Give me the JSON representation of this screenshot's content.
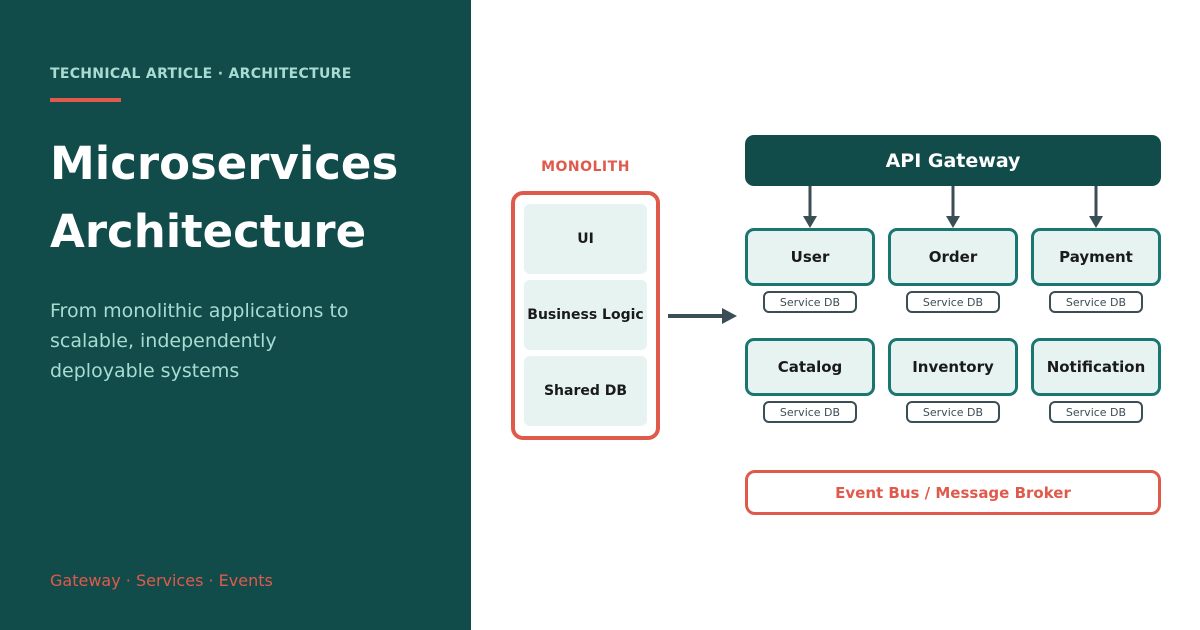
{
  "colors": {
    "left_panel_bg": "#114b4a",
    "accent": "#e05a4c",
    "panel_text_light": "#a8dcd3",
    "service_border": "#1a7670",
    "service_fill": "#e6f3f0",
    "db_border": "#3c4e55"
  },
  "left_panel": {
    "eyebrow": "TECHNICAL ARTICLE · ARCHITECTURE",
    "title_line1": "Microservices",
    "title_line2": "Architecture",
    "subtitle_lines": [
      "From monolithic applications to",
      "scalable, independently",
      "deployable systems"
    ],
    "footer_tags": "Gateway · Services · Events"
  },
  "monolith": {
    "label": "MONOLITH",
    "layers": [
      "UI",
      "Business Logic",
      "Shared DB"
    ]
  },
  "microservices": {
    "gateway_label": "API Gateway",
    "services": [
      {
        "name": "User",
        "db": "Service DB"
      },
      {
        "name": "Order",
        "db": "Service DB"
      },
      {
        "name": "Payment",
        "db": "Service DB"
      },
      {
        "name": "Catalog",
        "db": "Service DB"
      },
      {
        "name": "Inventory",
        "db": "Service DB"
      },
      {
        "name": "Notification",
        "db": "Service DB"
      }
    ],
    "event_bus_label": "Event Bus / Message Broker"
  },
  "icons": {
    "transition_arrow": "right-arrow-icon",
    "gateway_arrows": "down-arrow-icon"
  }
}
